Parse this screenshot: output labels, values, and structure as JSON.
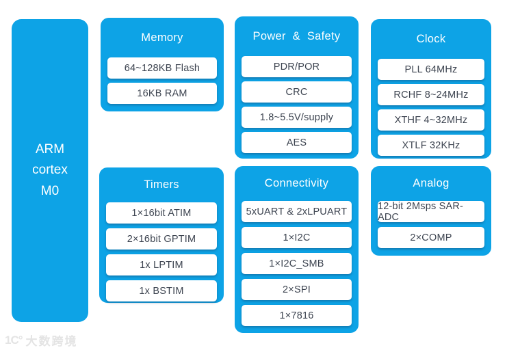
{
  "cpu": {
    "lines": [
      "ARM",
      "cortex",
      "M0"
    ]
  },
  "blocks": [
    {
      "title": "Memory",
      "items": [
        "64~128KB Flash",
        "16KB RAM"
      ]
    },
    {
      "title": "Power & Safety",
      "items": [
        "PDR/POR",
        "CRC",
        "1.8~5.5V/supply",
        "AES"
      ]
    },
    {
      "title": "Clock",
      "items": [
        "PLL 64MHz",
        "RCHF 8~24MHz",
        "XTHF 4~32MHz",
        "XTLF 32KHz"
      ]
    },
    {
      "title": "Timers",
      "items": [
        "1×16bit ATIM",
        "2×16bit GPTIM",
        "1x LPTIM",
        "1x BSTIM"
      ]
    },
    {
      "title": "Connectivity",
      "items": [
        "5xUART & 2xLPUART",
        "1×I2C",
        "1×I2C_SMB",
        "2×SPI",
        "1×7816"
      ]
    },
    {
      "title": "Analog",
      "items": [
        "12-bit 2Msps SAR-ADC",
        "2×COMP"
      ]
    }
  ],
  "watermark": {
    "logo": "1C°",
    "text": "大数跨境"
  },
  "colors": {
    "block_blue": "#0da3e6",
    "item_text": "#3d4450",
    "title_text": "#ffffff"
  }
}
